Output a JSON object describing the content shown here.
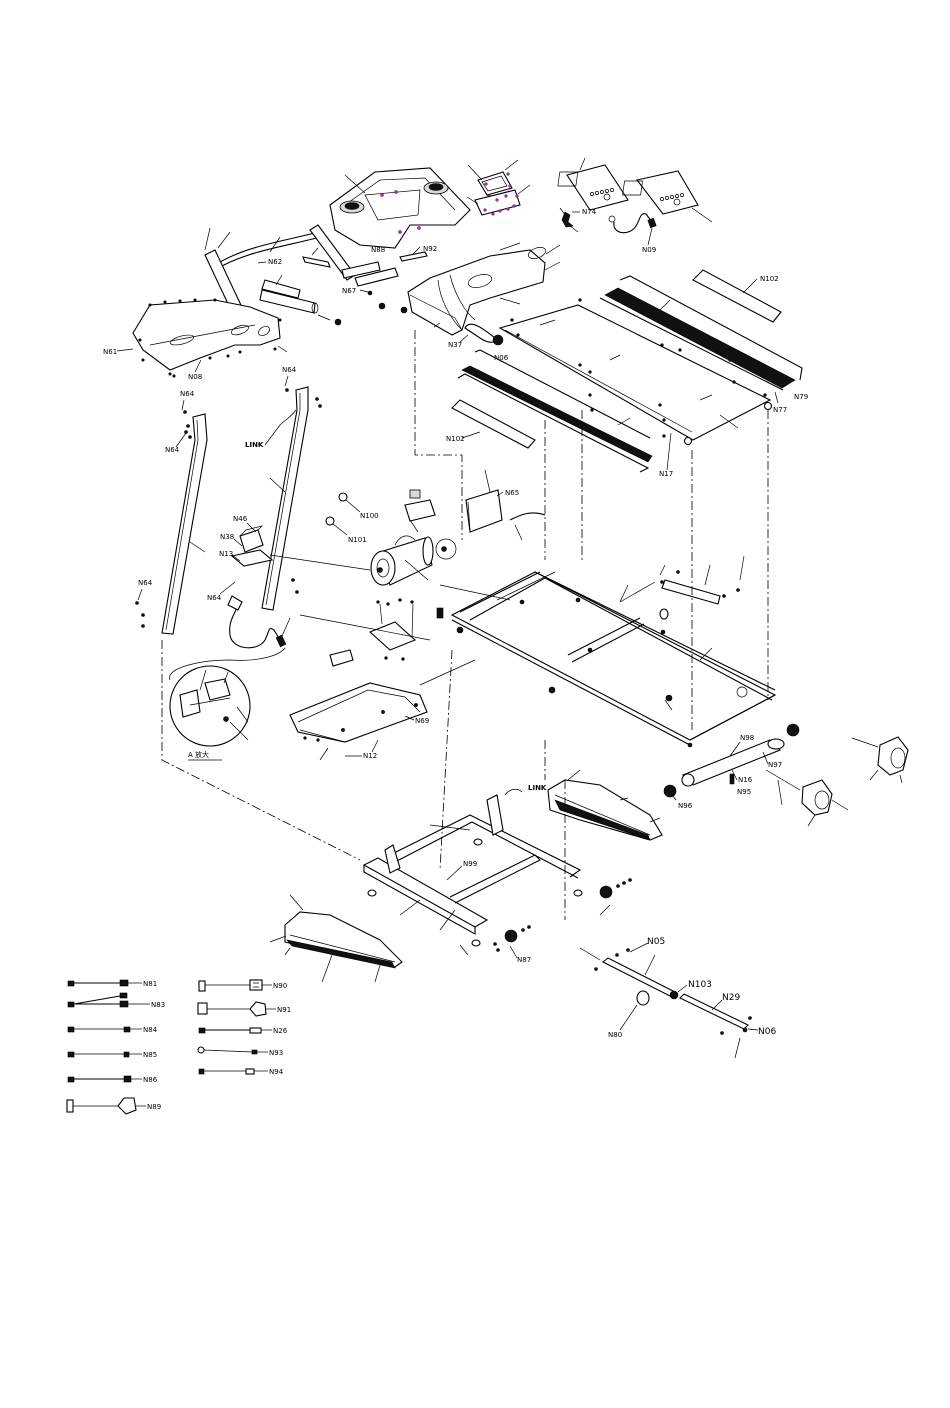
{
  "diagram": {
    "type": "exploded-view parts diagram",
    "subject": "treadmill",
    "labels": {
      "N08_console": "N88",
      "N92": "N92",
      "N74": "N74",
      "N09": "N09",
      "N62": "N62",
      "N67": "N67",
      "N61": "N61",
      "N08": "N08",
      "N64_top_right": "N64",
      "N64_left_a": "N64",
      "N64_left_b": "N64",
      "N64_left_c": "N64",
      "N64_mid": "N64",
      "N102_right": "N102",
      "N102_left": "N102",
      "N79": "N79",
      "N77": "N77",
      "N17": "N17",
      "N37": "N37",
      "N06_deck": "N06",
      "N65": "N65",
      "N100": "N100",
      "N101": "N101",
      "N46": "N46",
      "N38": "N38",
      "N13": "N13",
      "N69": "N69",
      "N12": "N12",
      "N98": "N98",
      "N97": "N97",
      "N16": "N16",
      "N95": "N95",
      "N96": "N96",
      "N99": "N99",
      "N87": "N87",
      "N05": "N05",
      "N103": "N103",
      "N29": "N29",
      "N06": "N06",
      "N80": "N80"
    },
    "notes": {
      "link_a": "LINK",
      "link_b": "LINK",
      "detail_a": "A 放大"
    },
    "cables_left": [
      {
        "label": "N81"
      },
      {
        "label": "N83"
      },
      {
        "label": "N84"
      },
      {
        "label": "N85"
      },
      {
        "label": "N86"
      },
      {
        "label": "N89"
      }
    ],
    "cables_right": [
      {
        "label": "N90"
      },
      {
        "label": "N91"
      },
      {
        "label": "N26"
      },
      {
        "label": "N93"
      },
      {
        "label": "N94"
      }
    ],
    "colors": {
      "line": "#000000",
      "fastener_highlight": "#c020c0",
      "background": "#ffffff"
    }
  }
}
